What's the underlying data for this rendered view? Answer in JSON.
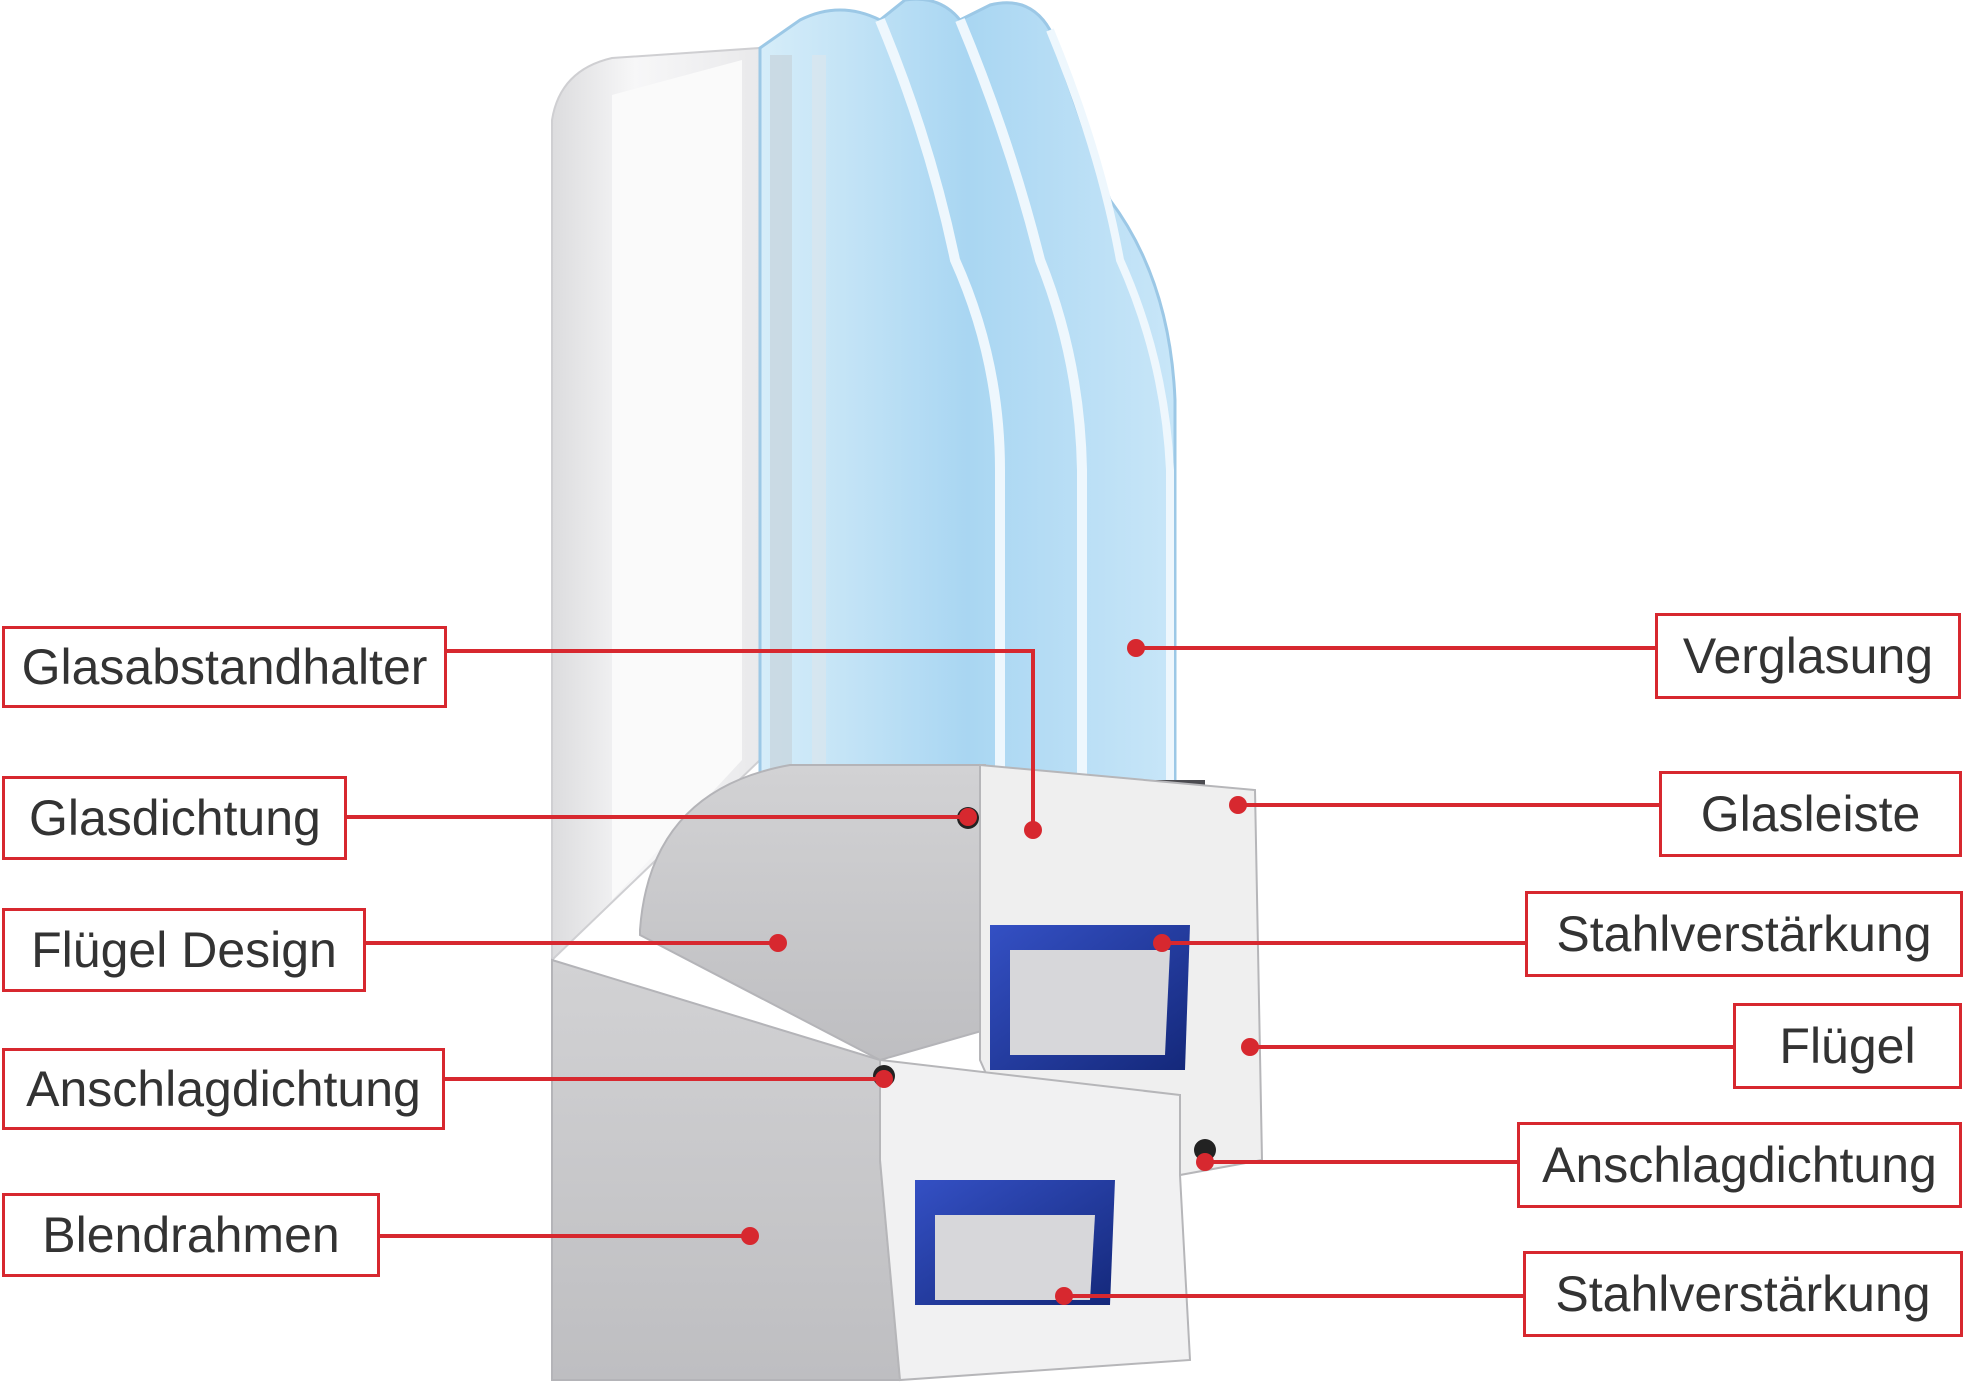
{
  "colors": {
    "accent": "#d7282f",
    "text": "#333333",
    "glass": "#bfe2f7",
    "profile": "#e6e6e8",
    "steel": "#1f3a9c"
  },
  "labels": {
    "glasabstandhalter": "Glasabstandhalter",
    "glasdichtung": "Glasdichtung",
    "fluegel_design": "Flügel Design",
    "anschlagdichtung_left": "Anschlagdichtung",
    "blendrahmen": "Blendrahmen",
    "verglasung": "Verglasung",
    "glasleiste": "Glasleiste",
    "stahlverstaerkung_top": "Stahlverstärkung",
    "fluegel": "Flügel",
    "anschlagdichtung_right": "Anschlagdichtung",
    "stahlverstaerkung_bottom": "Stahlverstärkung"
  }
}
